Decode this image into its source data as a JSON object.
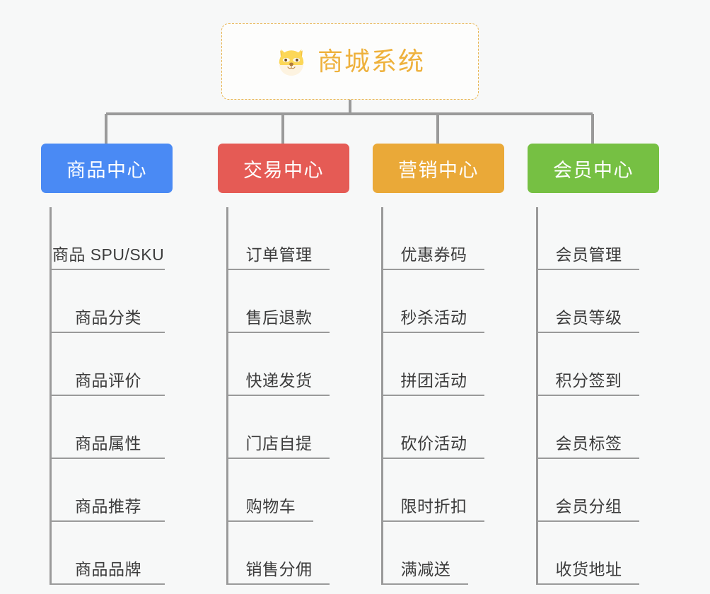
{
  "diagram": {
    "type": "mind-map",
    "root": {
      "label": "商城系统",
      "icon": "shiba-dog-face-icon",
      "text_color": "#eeb13c",
      "border_color": "#e8b552",
      "background": "#fdfdfc"
    },
    "background": "#f7f8f8",
    "connector_color": "#9a9a9a",
    "branches": [
      {
        "label": "商品中心",
        "color": "#4a8af4",
        "items": [
          "商品 SPU/SKU",
          "商品分类",
          "商品评价",
          "商品属性",
          "商品推荐",
          "商品品牌"
        ]
      },
      {
        "label": "交易中心",
        "color": "#e55b55",
        "items": [
          "订单管理",
          "售后退款",
          "快递发货",
          "门店自提",
          "购物车",
          "销售分佣"
        ]
      },
      {
        "label": "营销中心",
        "color": "#eaa938",
        "items": [
          "优惠券码",
          "秒杀活动",
          "拼团活动",
          "砍价活动",
          "限时折扣",
          "满减送"
        ]
      },
      {
        "label": "会员中心",
        "color": "#76c043",
        "items": [
          "会员管理",
          "会员等级",
          "积分签到",
          "会员标签",
          "会员分组",
          "收货地址"
        ]
      }
    ]
  }
}
